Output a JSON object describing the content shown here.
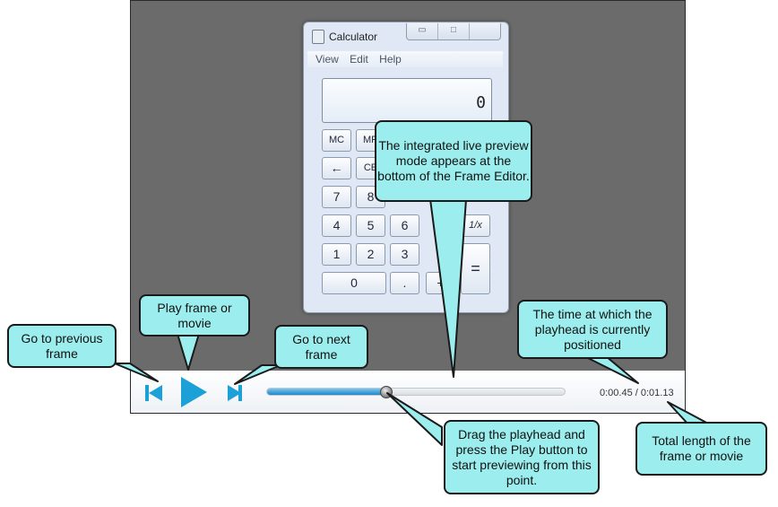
{
  "calculator": {
    "title": "Calculator",
    "window_buttons": [
      "▭",
      "□"
    ],
    "menu": [
      "View",
      "Edit",
      "Help"
    ],
    "display_value": "0",
    "keys": [
      {
        "label": "MC",
        "small": true
      },
      {
        "label": "MR",
        "small": true
      },
      {
        "label": "←",
        "small": false
      },
      {
        "label": "CE",
        "small": true
      },
      {
        "label": "7",
        "small": false
      },
      {
        "label": "8",
        "small": false
      },
      {
        "label": "1/x",
        "small": true
      },
      {
        "label": "4",
        "small": false
      },
      {
        "label": "5",
        "small": false
      },
      {
        "label": "6",
        "small": false
      },
      {
        "label": "1",
        "small": false
      },
      {
        "label": "2",
        "small": false
      },
      {
        "label": "3",
        "small": false
      },
      {
        "label": "=",
        "small": false
      },
      {
        "label": "0",
        "small": false
      },
      {
        "label": ".",
        "small": false
      },
      {
        "label": "+",
        "small": false
      }
    ]
  },
  "player": {
    "current_time": "0:00.45",
    "total_time": "0:01.13",
    "separator": " / ",
    "progress": 0.4
  },
  "callouts": {
    "previous_frame": "Go to previous frame",
    "play": "Play frame or movie",
    "next_frame": "Go to next frame",
    "preview_mode": "The integrated live preview mode appears at the bottom of the Frame Editor.",
    "time_position": "The time at which the playhead is currently positioned",
    "drag_playhead": "Drag the playhead and press the Play button to start previewing from this point.",
    "total_length": "Total length of the frame or movie"
  },
  "colors": {
    "callout_fill": "#9ceeee",
    "control_blue": "#1ca0d8",
    "progress_blue": "#1f86c7",
    "stage_gray": "#6b6b6b"
  }
}
